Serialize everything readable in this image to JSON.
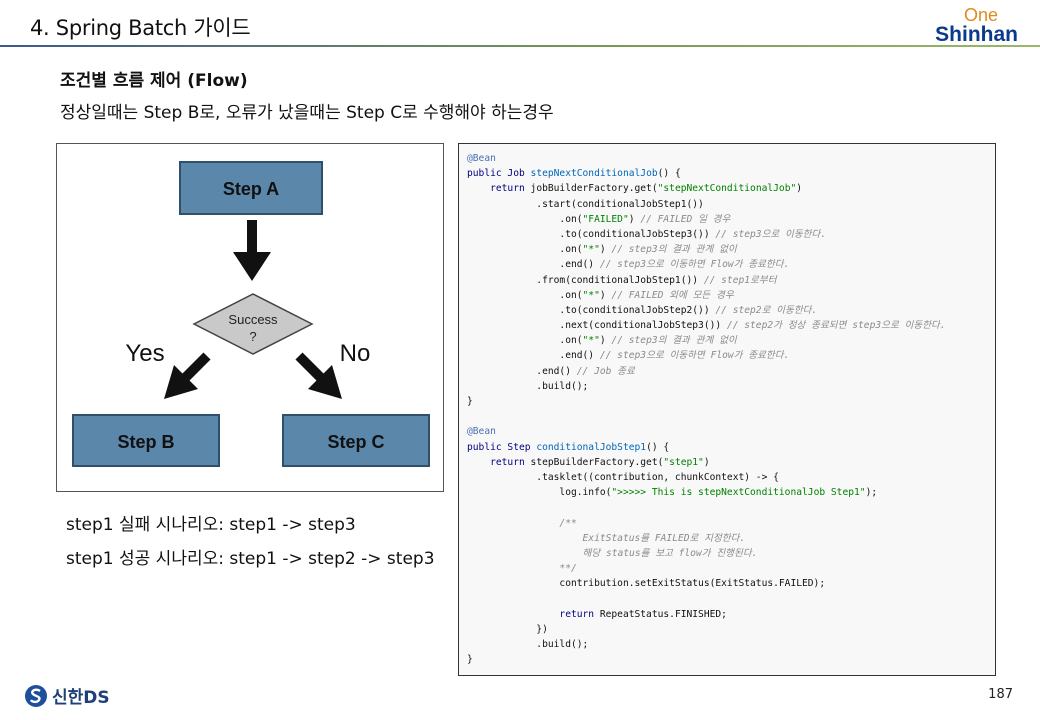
{
  "header": {
    "title": "4. Spring Batch 가이드",
    "logo_top": "One",
    "logo_bottom": "Shinhan"
  },
  "section": {
    "subtitle": "조건별 흐름 제어 (Flow)",
    "description": "정상일때는 Step B로, 오류가 났을때는 Step C로 수행해야 하는경우"
  },
  "diagram": {
    "step_a": "Step A",
    "decision_line1": "Success",
    "decision_line2": "?",
    "yes": "Yes",
    "no": "No",
    "step_b": "Step B",
    "step_c": "Step C",
    "colors": {
      "box_fill": "#5b87ab",
      "box_border": "#2f4f6a",
      "diamond_fill": "#c9c9c9"
    }
  },
  "scenarios": [
    "step1 실패 시나리오: step1 -> step3",
    "step1 성공 시나리오: step1 -> step2 -> step3"
  ],
  "code_lines": [
    [
      [
        "a",
        "@Bean"
      ]
    ],
    [
      [
        "k",
        "public Job "
      ],
      [
        "f",
        "stepNextConditionalJob"
      ],
      [
        "t",
        "() {"
      ]
    ],
    [
      [
        "t",
        "    "
      ],
      [
        "k",
        "return"
      ],
      [
        "t",
        " jobBuilderFactory.get("
      ],
      [
        "s",
        "\"stepNextConditionalJob\""
      ],
      [
        "t",
        ")"
      ]
    ],
    [
      [
        "t",
        "            .start(conditionalJobStep1())"
      ]
    ],
    [
      [
        "t",
        "                .on("
      ],
      [
        "s",
        "\"FAILED\""
      ],
      [
        "t",
        ") "
      ],
      [
        "c",
        "// FAILED 일 경우"
      ]
    ],
    [
      [
        "t",
        "                .to(conditionalJobStep3()) "
      ],
      [
        "c",
        "// step3으로 이동한다."
      ]
    ],
    [
      [
        "t",
        "                .on("
      ],
      [
        "s",
        "\"*\""
      ],
      [
        "t",
        ") "
      ],
      [
        "c",
        "// step3의 결과 관계 없이"
      ]
    ],
    [
      [
        "t",
        "                .end() "
      ],
      [
        "c",
        "// step3으로 이동하면 Flow가 종료한다."
      ]
    ],
    [
      [
        "t",
        "            .from(conditionalJobStep1()) "
      ],
      [
        "c",
        "// step1로부터"
      ]
    ],
    [
      [
        "t",
        "                .on("
      ],
      [
        "s",
        "\"*\""
      ],
      [
        "t",
        ") "
      ],
      [
        "c",
        "// FAILED 외에 모든 경우"
      ]
    ],
    [
      [
        "t",
        "                .to(conditionalJobStep2()) "
      ],
      [
        "c",
        "// step2로 이동한다."
      ]
    ],
    [
      [
        "t",
        "                .next(conditionalJobStep3()) "
      ],
      [
        "c",
        "// step2가 정상 종료되면 step3으로 이동한다."
      ]
    ],
    [
      [
        "t",
        "                .on("
      ],
      [
        "s",
        "\"*\""
      ],
      [
        "t",
        ") "
      ],
      [
        "c",
        "// step3의 결과 관계 없이"
      ]
    ],
    [
      [
        "t",
        "                .end() "
      ],
      [
        "c",
        "// step3으로 이동하면 Flow가 종료한다."
      ]
    ],
    [
      [
        "t",
        "            .end() "
      ],
      [
        "c",
        "// Job 종료"
      ]
    ],
    [
      [
        "t",
        "            .build();"
      ]
    ],
    [
      [
        "t",
        "}"
      ]
    ],
    [
      [
        "t",
        ""
      ]
    ],
    [
      [
        "a",
        "@Bean"
      ]
    ],
    [
      [
        "k",
        "public Step "
      ],
      [
        "f",
        "conditionalJobStep1"
      ],
      [
        "t",
        "() {"
      ]
    ],
    [
      [
        "t",
        "    "
      ],
      [
        "k",
        "return"
      ],
      [
        "t",
        " stepBuilderFactory.get("
      ],
      [
        "s",
        "\"step1\""
      ],
      [
        "t",
        ")"
      ]
    ],
    [
      [
        "t",
        "            .tasklet((contribution, chunkContext) -> {"
      ]
    ],
    [
      [
        "t",
        "                log.info("
      ],
      [
        "s",
        "\">>>>> This is stepNextConditionalJob Step1\""
      ],
      [
        "t",
        ");"
      ]
    ],
    [
      [
        "t",
        ""
      ]
    ],
    [
      [
        "c",
        "                /**"
      ]
    ],
    [
      [
        "c",
        "                    ExitStatus를 FAILED로 지정한다."
      ]
    ],
    [
      [
        "c",
        "                    해당 status를 보고 flow가 진행된다."
      ]
    ],
    [
      [
        "c",
        "                **/"
      ]
    ],
    [
      [
        "t",
        "                contribution.setExitStatus(ExitStatus.FAILED);"
      ]
    ],
    [
      [
        "t",
        ""
      ]
    ],
    [
      [
        "t",
        "                "
      ],
      [
        "k",
        "return"
      ],
      [
        "t",
        " RepeatStatus.FINISHED;"
      ]
    ],
    [
      [
        "t",
        "            })"
      ]
    ],
    [
      [
        "t",
        "            .build();"
      ]
    ],
    [
      [
        "t",
        "}"
      ]
    ]
  ],
  "footer": {
    "logo_text": "신한DS",
    "page_number": "187"
  }
}
